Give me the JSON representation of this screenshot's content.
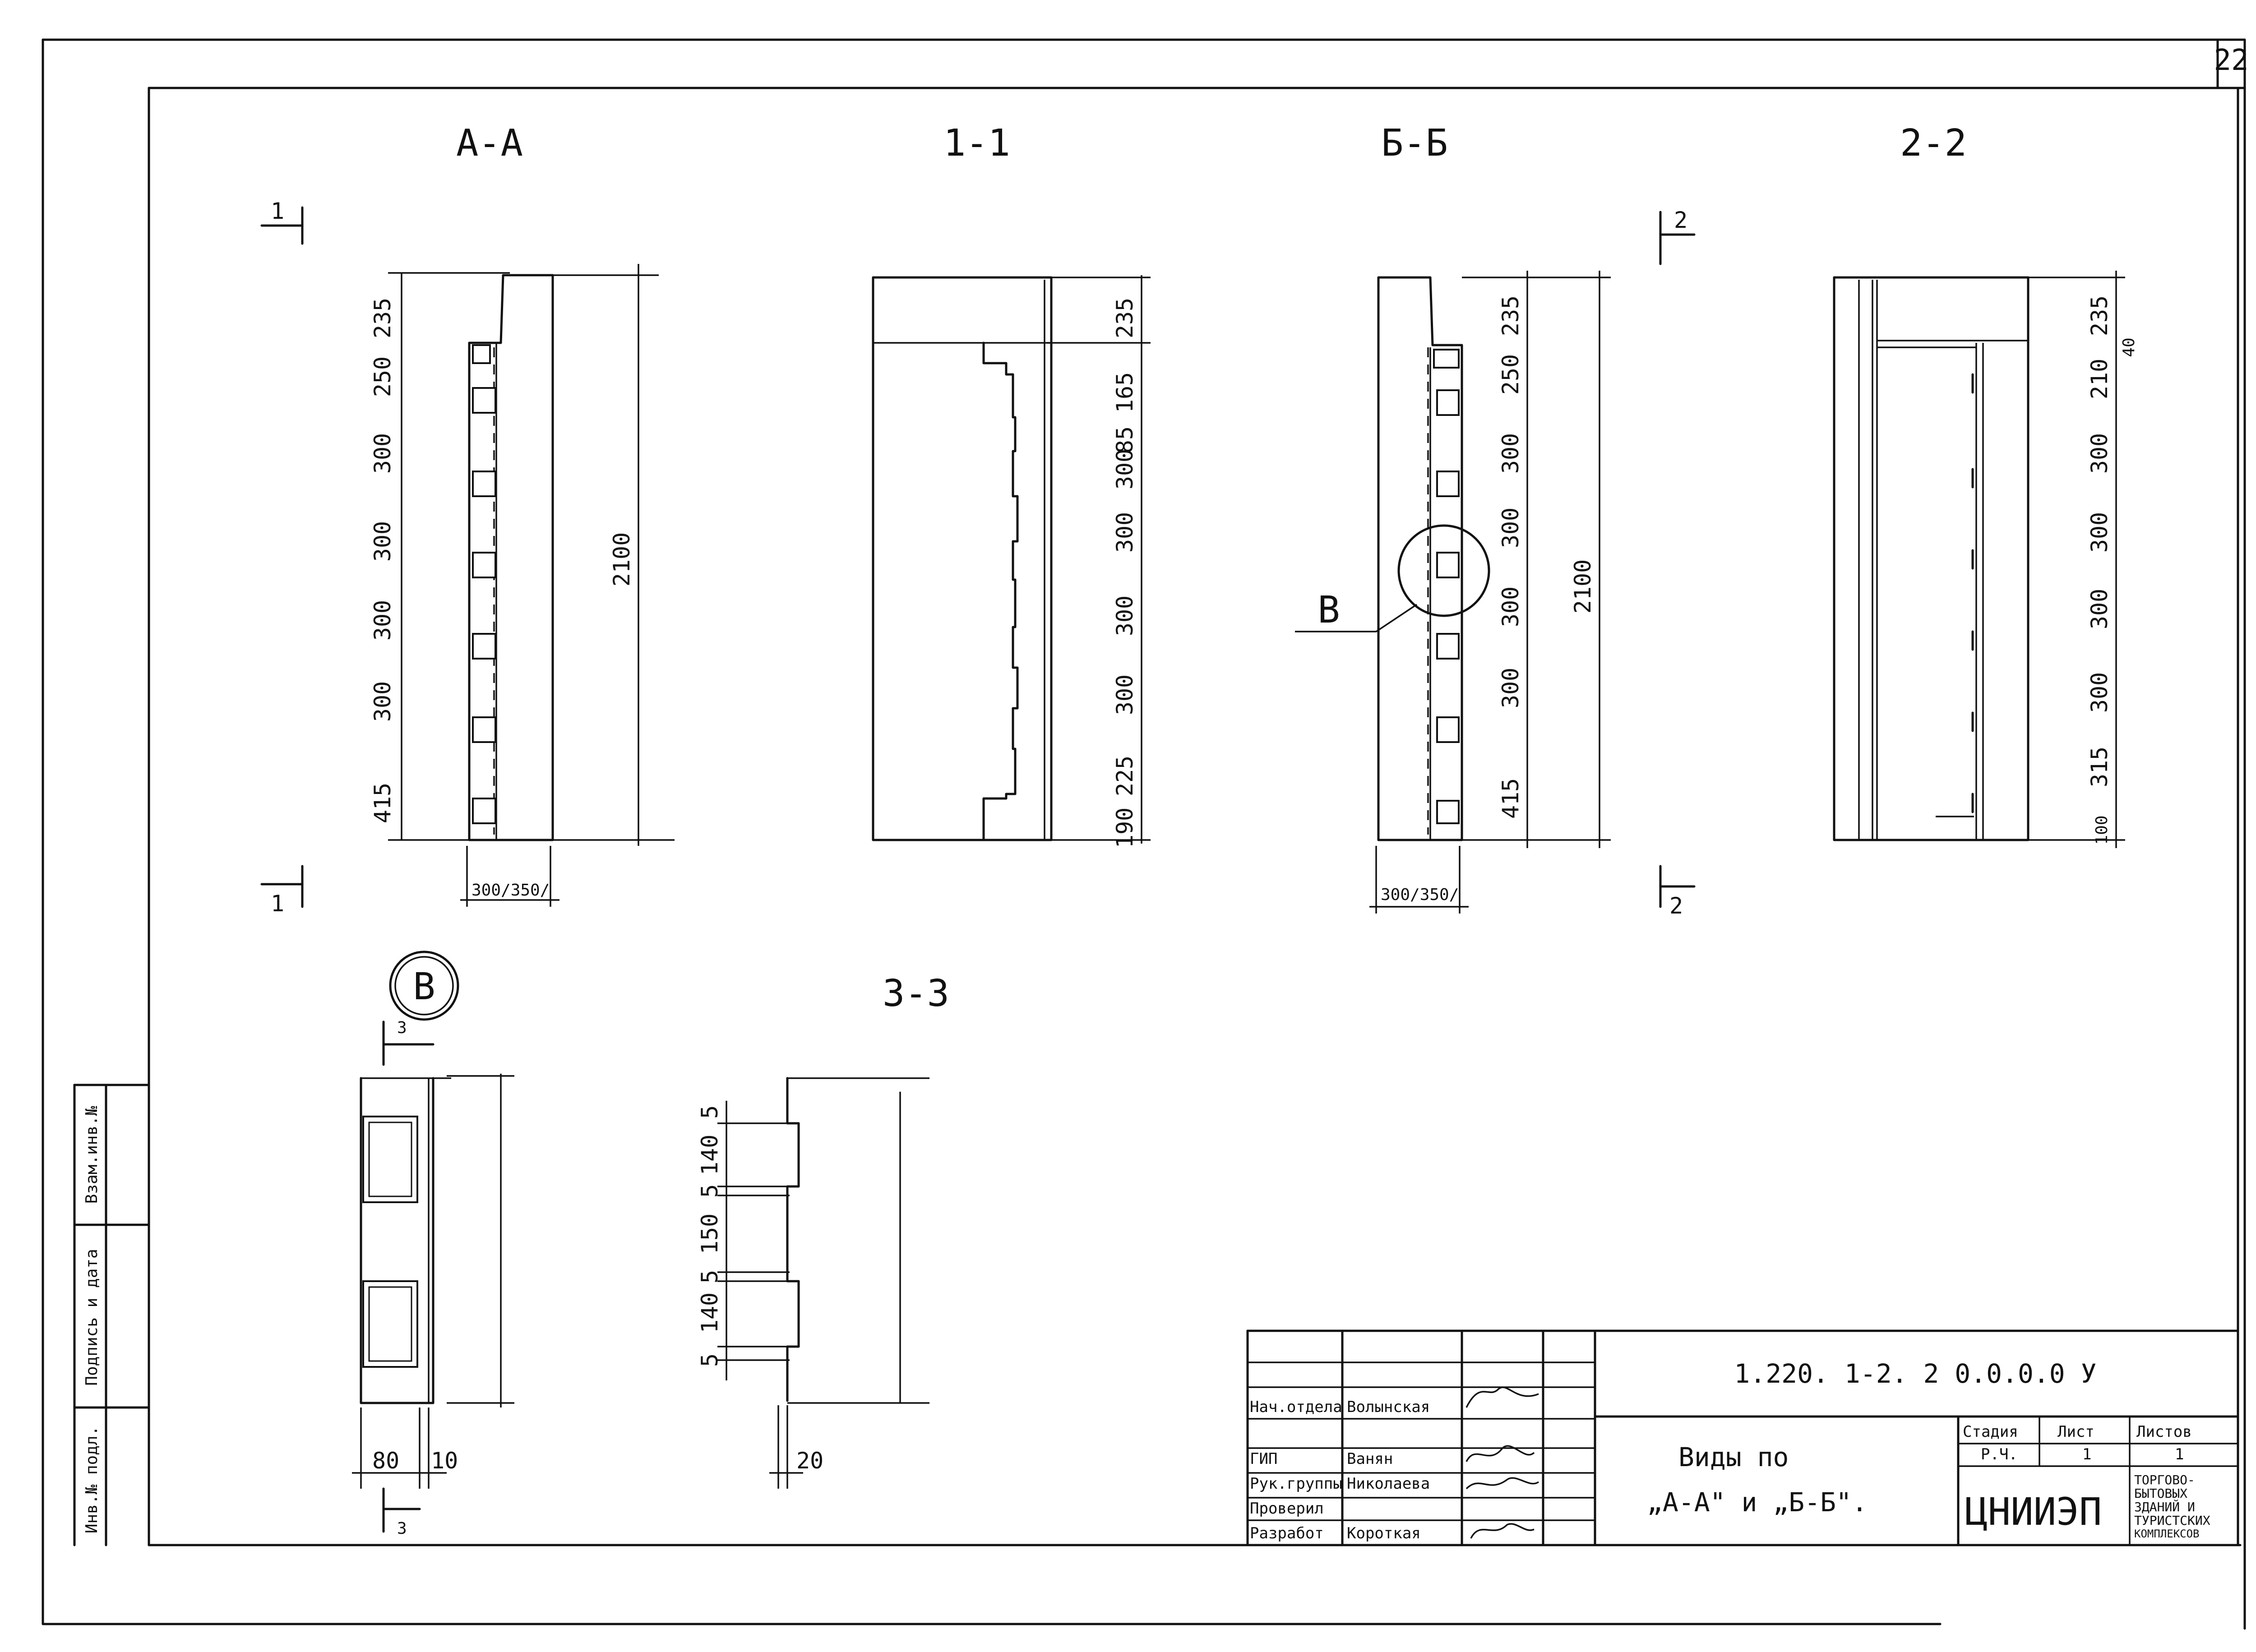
{
  "sheet": {
    "number": "22"
  },
  "views": {
    "aa": {
      "title": "А-А",
      "dims": [
        "235",
        "250",
        "300",
        "300",
        "300",
        "300",
        "415"
      ],
      "total": "2100",
      "bottom": "300/350/"
    },
    "s11": {
      "title": "1-1",
      "dims": [
        "235",
        "165",
        "85",
        "300",
        "300",
        "300",
        "300",
        "225",
        "190"
      ]
    },
    "bb": {
      "title": "Б-Б",
      "dims": [
        "235",
        "250",
        "300",
        "300",
        "300",
        "300",
        "415"
      ],
      "total": "2100",
      "bottom": "300/350/",
      "callout": "В"
    },
    "s22": {
      "title": "2-2",
      "dims": [
        "235",
        "40",
        "210",
        "300",
        "300",
        "300",
        "300",
        "315",
        "100"
      ]
    },
    "detail_b": {
      "title": "В",
      "cut_mark": "3",
      "dims_bottom": [
        "80",
        "10"
      ]
    },
    "s33": {
      "title": "3-3",
      "dims": [
        "5",
        "140",
        "5",
        "150",
        "5",
        "140",
        "5"
      ],
      "bottom": "20"
    }
  },
  "cut_marks": {
    "c1": "1",
    "c2": "2"
  },
  "side_stamp": {
    "cells": [
      "Инв.№ подл.",
      "Подпись и дата",
      "Взам.инв.№"
    ]
  },
  "title_block": {
    "code": "1.220. 1-2. 2 0.0.0.0 У",
    "roles": [
      "Нач.отдела",
      "ГИП",
      "Рук.группы",
      "Проверил",
      "Разработ"
    ],
    "names": [
      "Волынская",
      "Ванян",
      "Николаева",
      "",
      "Короткая"
    ],
    "drawing_title_1": "Виды по",
    "drawing_title_2": "„А-А\" и „Б-Б\".",
    "stage_label": "Стадия",
    "sheet_label": "Лист",
    "sheets_label": "Листов",
    "stage_value": "Р.Ч.",
    "sheet_value": "1",
    "sheets_value": "1",
    "org": "ЦНИИЭП",
    "org_sub": [
      "ТОРГОВО-",
      "БЫТОВЫХ",
      "ЗДАНИЙ И",
      "ТУРИСТСКИХ",
      "КОМПЛЕКСОВ"
    ]
  }
}
